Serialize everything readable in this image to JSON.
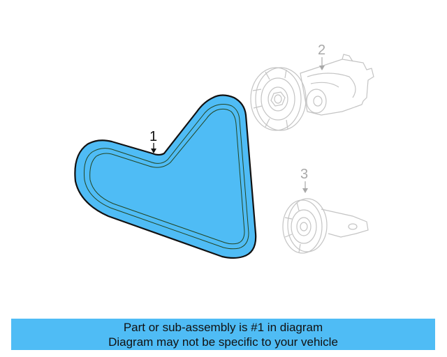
{
  "diagram": {
    "callouts": [
      {
        "number": "1",
        "part": "serpentine-belt",
        "highlighted": true
      },
      {
        "number": "2",
        "part": "belt-tensioner",
        "highlighted": false
      },
      {
        "number": "3",
        "part": "idler-pulley",
        "highlighted": false
      }
    ],
    "colors": {
      "highlight": "#4fbcf5",
      "outline": "#111111",
      "ghost": "#bdbdbd"
    }
  },
  "banner": {
    "line1": "Part or sub-assembly is #1 in diagram",
    "line2": "Diagram may not be specific to your vehicle",
    "background": "#4fbcf5"
  }
}
